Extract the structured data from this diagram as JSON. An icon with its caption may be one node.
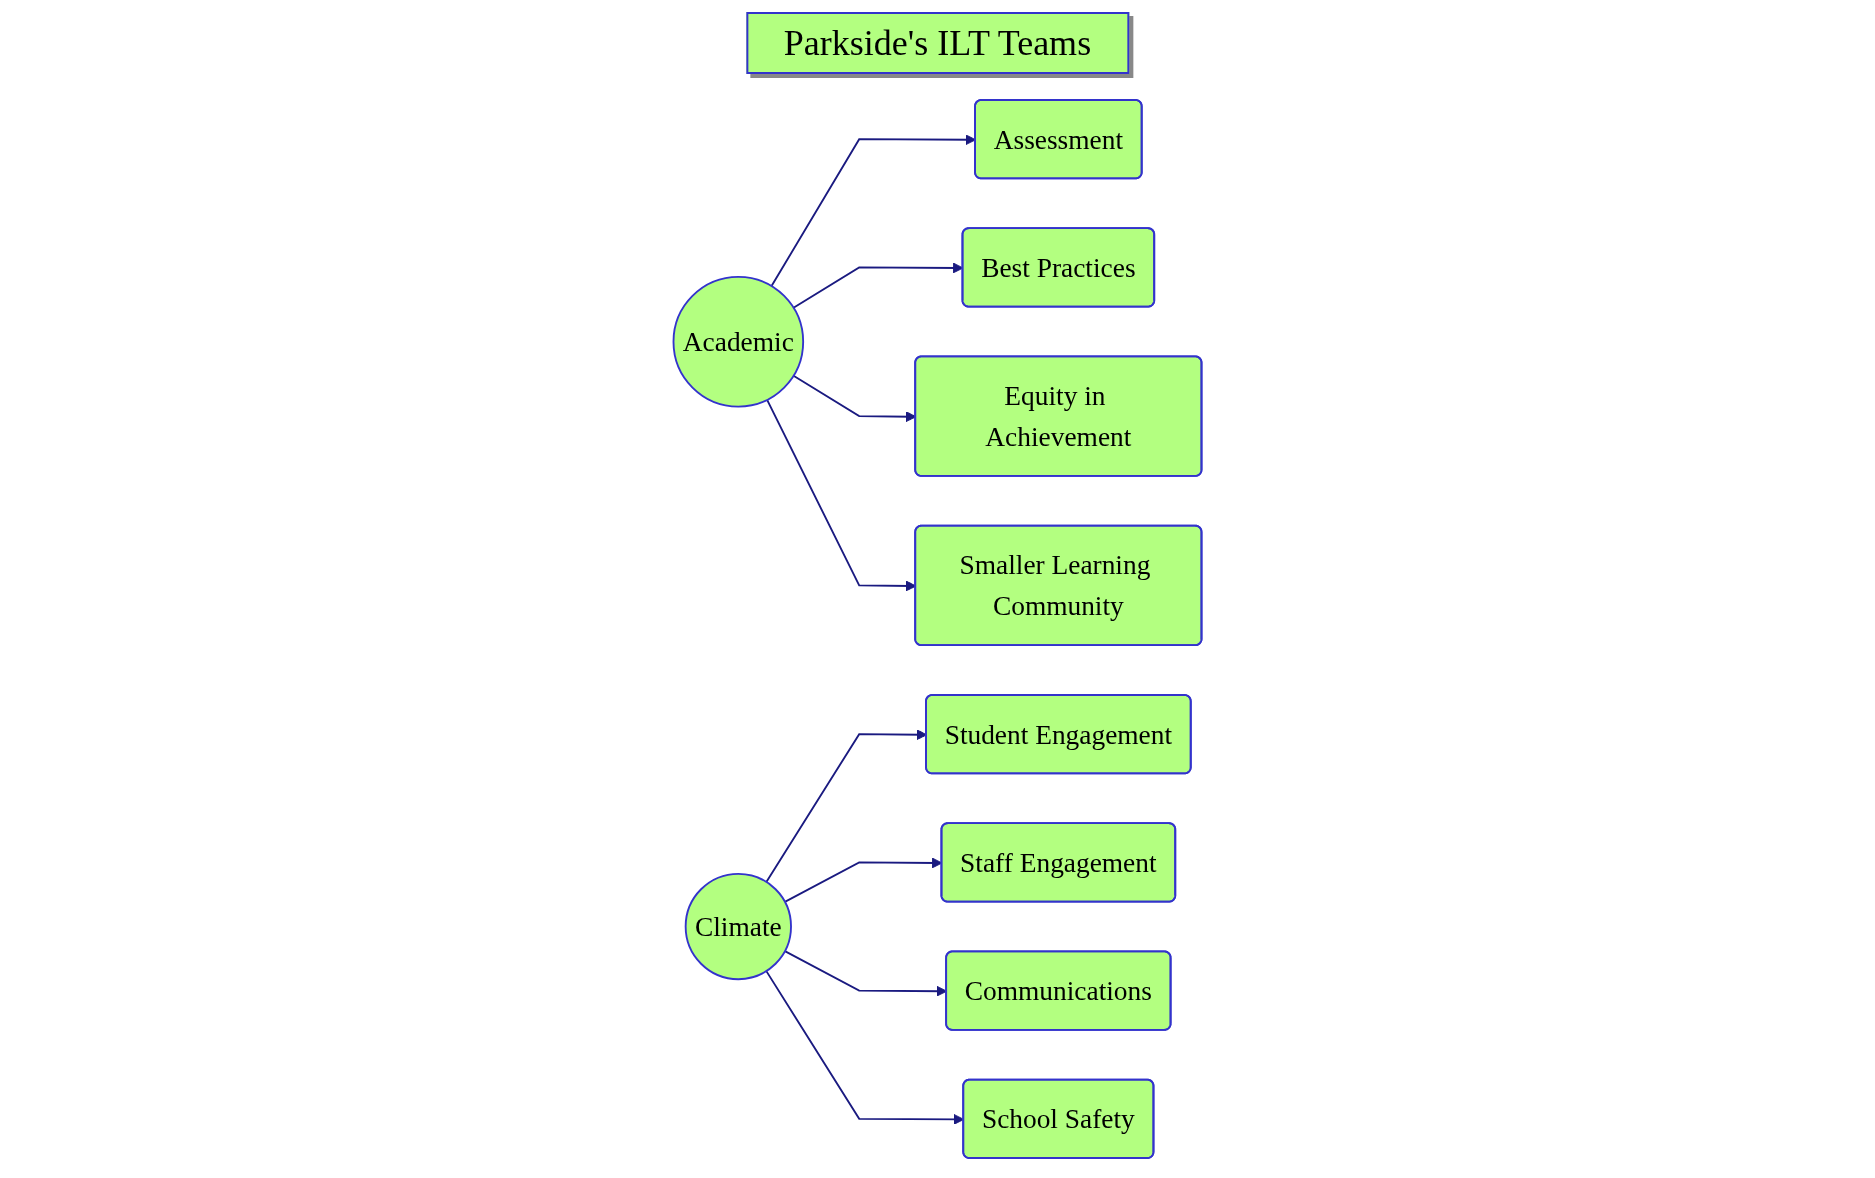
{
  "diagram": {
    "title": "Parkside's ILT Teams",
    "nodes": [
      {
        "text": [
          "Assessment"
        ]
      },
      {
        "text": [
          "Student Engagement"
        ]
      },
      {
        "text": [
          "Best Practices"
        ]
      },
      {
        "text": [
          "Academic"
        ]
      },
      {
        "text": [
          "Climate"
        ]
      },
      {
        "text": [
          "Staff Engagement"
        ]
      },
      {
        "text": [
          "Equity in Achievement"
        ]
      },
      {
        "text": [
          "Communications"
        ]
      },
      {
        "text": [
          "Smaller Learning Community"
        ]
      },
      {
        "text": [
          "School Safety"
        ]
      }
    ],
    "edges": [
      {
        "from": 3,
        "to": 0,
        "arrow": "to"
      },
      {
        "from": 4,
        "to": 1,
        "arrow": "to"
      },
      {
        "from": 3,
        "to": 2,
        "arrow": "to"
      },
      {
        "from": 4,
        "to": 5,
        "arrow": "to"
      },
      {
        "from": 3,
        "to": 6,
        "arrow": "to"
      },
      {
        "from": 4,
        "to": 7,
        "arrow": "to"
      },
      {
        "from": 3,
        "to": 8,
        "arrow": "to"
      },
      {
        "from": 4,
        "to": 9,
        "arrow": "to"
      }
    ]
  }
}
